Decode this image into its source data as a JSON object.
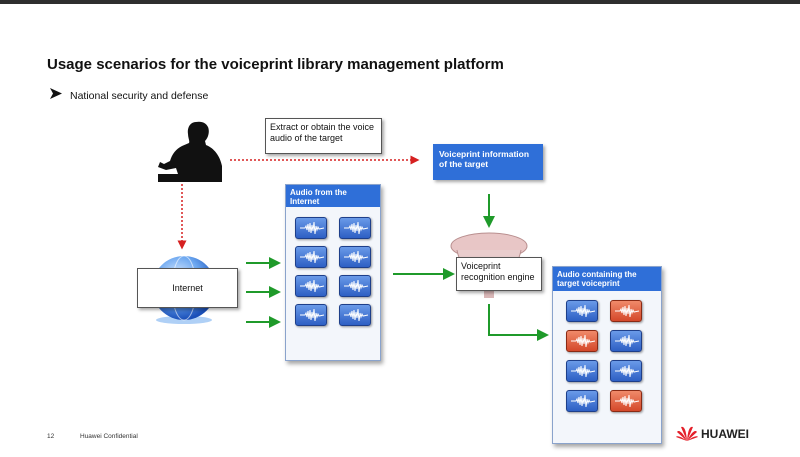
{
  "slide": {
    "title": "Usage scenarios for the voiceprint library management platform",
    "bullet": "National security and defense",
    "footer_page": "12",
    "footer_text": "Huawei Confidential",
    "logo_text": "HUAWEI"
  },
  "diagram": {
    "extract_label": "Extract or obtain the voice audio of the target",
    "voiceprint_info": "Voiceprint information of the target",
    "internet_label": "Internet",
    "audio_internet_header": "Audio from the Internet",
    "engine_label": "Voiceprint recognition engine",
    "target_audio_header": "Audio containing the target voiceprint",
    "internet_audio_tiles": [
      "blue",
      "blue",
      "blue",
      "blue",
      "blue",
      "blue",
      "blue",
      "blue"
    ],
    "target_audio_tiles": [
      "blue",
      "red",
      "red",
      "blue",
      "blue",
      "blue",
      "blue",
      "red"
    ]
  },
  "colors": {
    "accent_blue": "#2f6fd8",
    "highlight_red": "#d4482a",
    "flow_green": "#1f9a2a",
    "dotted_red": "#d62020",
    "logo_red": "#e4202a"
  },
  "icons": [
    "person-silhouette-icon",
    "globe-icon",
    "waveform-icon",
    "huawei-logo-icon",
    "arrow-bullet-icon"
  ]
}
